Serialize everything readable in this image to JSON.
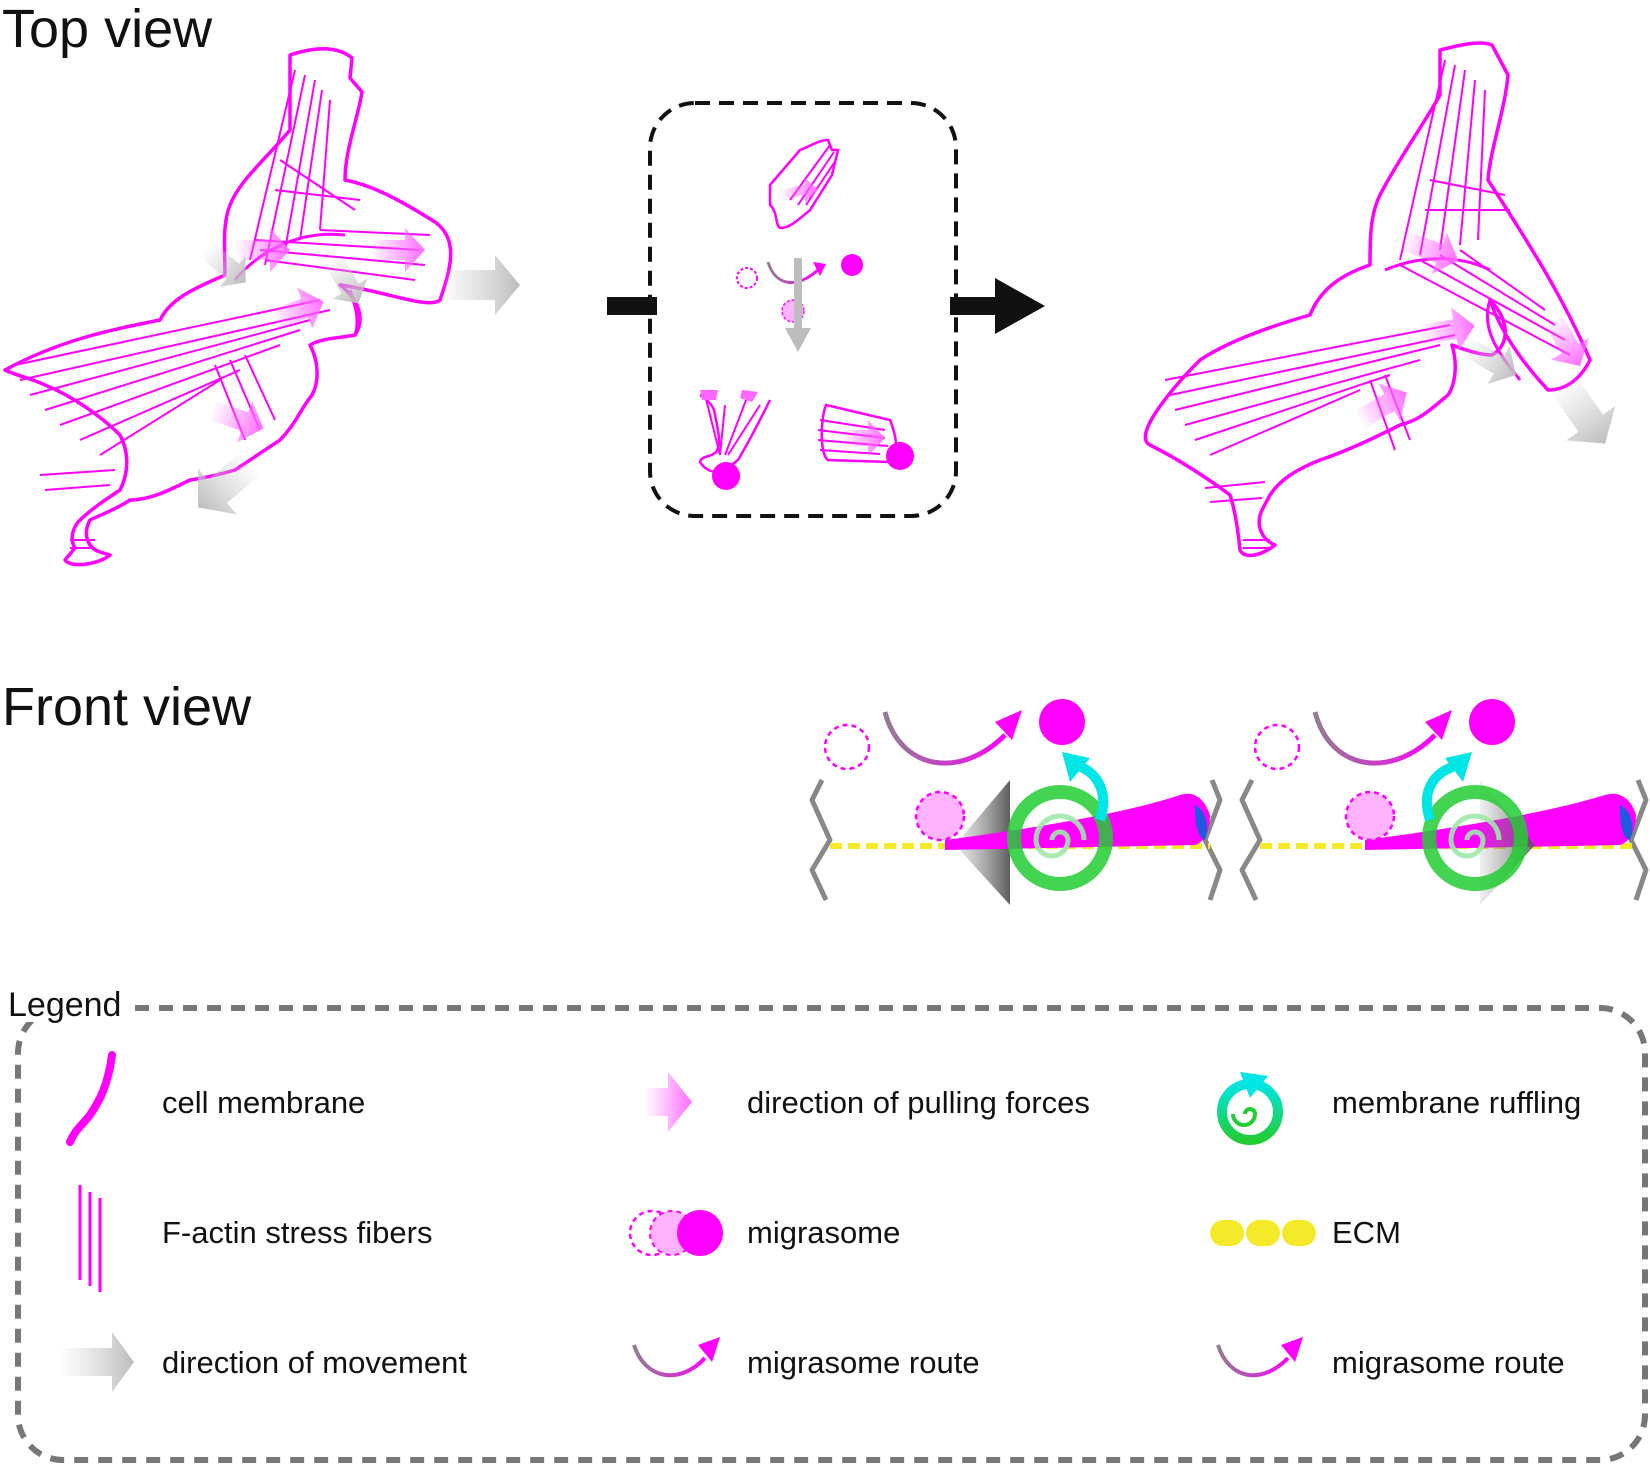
{
  "headings": {
    "top_view": "Top view",
    "front_view": "Front view"
  },
  "legend": {
    "title": "Legend",
    "items": [
      {
        "label": "cell membrane",
        "icon": "cell-membrane-icon"
      },
      {
        "label": "direction of pulling forces",
        "icon": "pulling-force-arrow-icon"
      },
      {
        "label": "membrane ruffling",
        "icon": "membrane-ruffling-spiral-icon"
      },
      {
        "label": "F-actin stress fibers",
        "icon": "stress-fibers-icon"
      },
      {
        "label": "migrasome",
        "icon": "migrasome-icon"
      },
      {
        "label": "ECM",
        "icon": "ecm-icon"
      },
      {
        "label": "direction of movement",
        "icon": "movement-arrow-icon"
      },
      {
        "label": "migrasome route",
        "icon": "migrasome-route-icon"
      },
      {
        "label": "migrasome route",
        "icon": "migrasome-route-icon"
      }
    ]
  },
  "colors": {
    "membrane": "#ff00ff",
    "pulling_force": "#ff66ff",
    "movement": "#c8c8c8",
    "ecm": "#f5ea2a",
    "ruffling_start": "#00e5e5",
    "ruffling_end": "#22cc33",
    "legend_border": "#777777",
    "leading_edge": "#1e5adf"
  }
}
